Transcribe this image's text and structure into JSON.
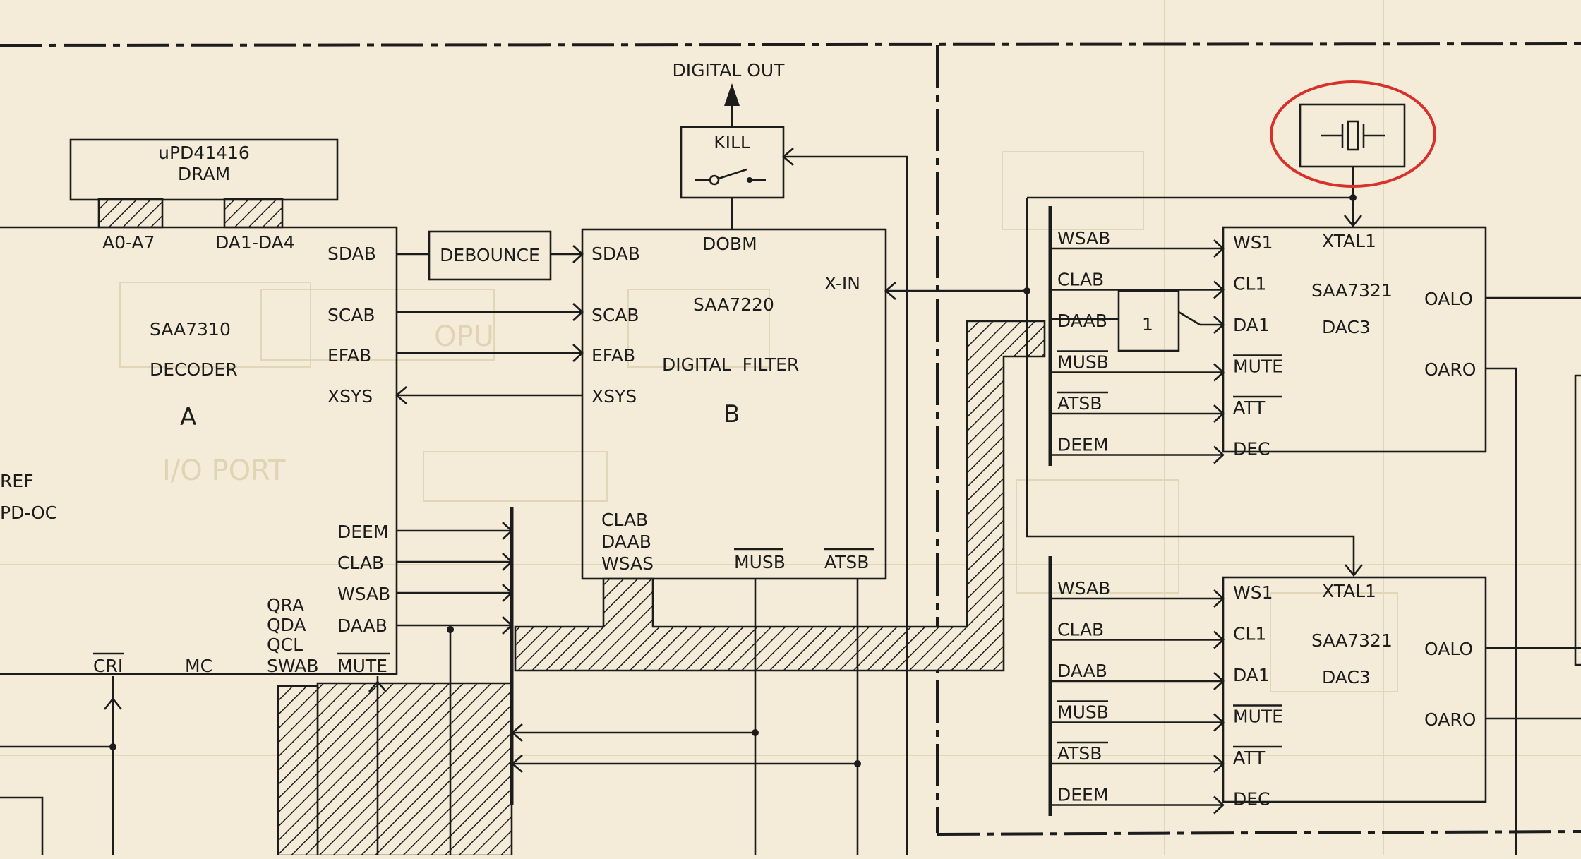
{
  "chips": {
    "dram": {
      "name": "uPD41416",
      "type": "DRAM"
    },
    "decoder": {
      "name": "SAA7310",
      "type": "DECODER",
      "letter": "A",
      "left_pins": [
        "REF",
        "PD-OC"
      ],
      "right_pins": [
        "SDAB",
        "SCAB",
        "EFAB",
        "XSYS",
        "DEEM",
        "CLAB",
        "WSAB",
        "DAAB",
        "MUTE"
      ],
      "top_pins": [
        "A0-A7",
        "DA1-DA4"
      ],
      "bottom_pins": [
        "CRI",
        "MC",
        "QRA",
        "QDA",
        "QCL",
        "SWAB"
      ]
    },
    "debounce": {
      "name": "DEBOUNCE"
    },
    "filter": {
      "name": "SAA7220",
      "type": "DIGITAL  FILTER",
      "letter": "B",
      "left_pins": [
        "SDAB",
        "SCAB",
        "EFAB",
        "XSYS"
      ],
      "top_pin": "DOBM",
      "right_pin": "X-IN",
      "bottom_pins": [
        "CLAB",
        "DAAB",
        "WSAS",
        "MUSB",
        "ATSB"
      ]
    },
    "kill": {
      "name": "KILL"
    },
    "digital_out": "DIGITAL OUT",
    "inverter": "1",
    "dac_top": {
      "name": "SAA7321",
      "type": "DAC3",
      "bus_labels": [
        "WSAB",
        "CLAB",
        "DAAB",
        "MUSB",
        "ATSB",
        "DEEM"
      ],
      "left_pins": [
        "WS1",
        "CL1",
        "DA1",
        "MUTE",
        "ATT",
        "DEC"
      ],
      "top_pin": "XTAL1",
      "right_pins": [
        "OALO",
        "OARO"
      ]
    },
    "dac_bottom": {
      "name": "SAA7321",
      "type": "DAC3",
      "bus_labels": [
        "WSAB",
        "CLAB",
        "DAAB",
        "MUSB",
        "ATSB",
        "DEEM"
      ],
      "left_pins": [
        "WS1",
        "CL1",
        "DA1",
        "MUTE",
        "ATT",
        "DEC"
      ],
      "top_pin": "XTAL1",
      "right_pins": [
        "OALO",
        "OARO"
      ]
    }
  },
  "ghost_text": [
    "OPU",
    "I/O  PORT"
  ],
  "colors": {
    "ink": "#1c1c1c",
    "paper": "#f4ecd8",
    "highlight": "#d8302a"
  }
}
